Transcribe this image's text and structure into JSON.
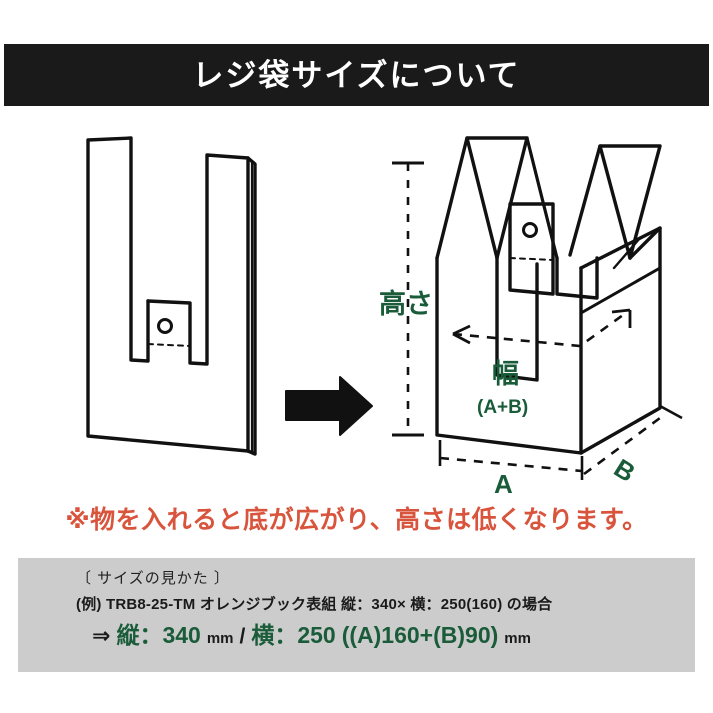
{
  "header": {
    "title": "レジ袋サイズについて"
  },
  "diagram": {
    "left_bag_name": "flat-plastic-bag-illustration",
    "right_bag_name": "expanded-plastic-bag-illustration",
    "arrow_label": "transform-arrow",
    "labels": {
      "height": "高さ",
      "width": "幅",
      "width_sub": "(A+B)",
      "side_a": "A",
      "side_b": "B"
    }
  },
  "notice": {
    "text": "※物を入れると底が広がり、高さは低くなります。"
  },
  "info": {
    "heading": "〔 サイズの見かた 〕",
    "example": "(例) TRB8-25-TM  オレンジブック表組 縦：340× 横：250(160) の場合",
    "result": {
      "arrow": "⇒",
      "height_label": "縦：340",
      "height_unit": "mm",
      "separator": "/",
      "width_label": "横：250",
      "width_detail": "((A)160+(B)90)",
      "width_unit": "mm"
    }
  },
  "colors": {
    "banner_bg": "#1a1a1a",
    "banner_text": "#ffffff",
    "notice_red": "#d9543c",
    "accent_green": "#1a5c3a",
    "panel_gray": "#cccccc",
    "line_black": "#111111"
  }
}
